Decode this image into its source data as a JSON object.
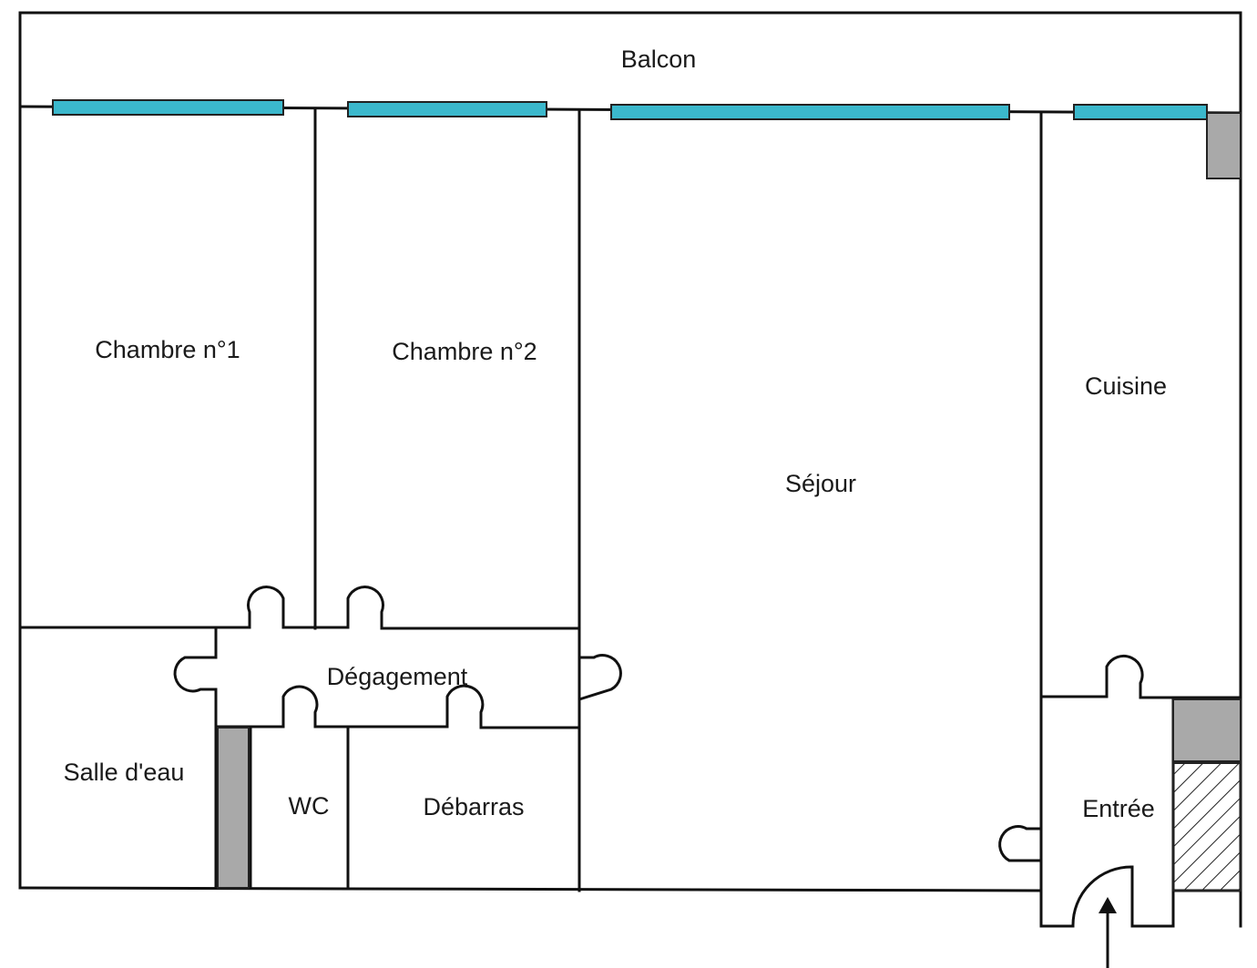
{
  "rooms": {
    "balcon": "Balcon",
    "chambre1": "Chambre n°1",
    "chambre2": "Chambre n°2",
    "sejour": "Séjour",
    "cuisine": "Cuisine",
    "degagement": "Dégagement",
    "salle_eau": "Salle d'eau",
    "wc": "WC",
    "debarras": "Débarras",
    "entree": "Entrée"
  },
  "colors": {
    "window": "#3bb8cc",
    "wall": "#111111",
    "shaft": "#a9a9a9"
  },
  "icons": {
    "entrance": "arrow-up-icon"
  }
}
